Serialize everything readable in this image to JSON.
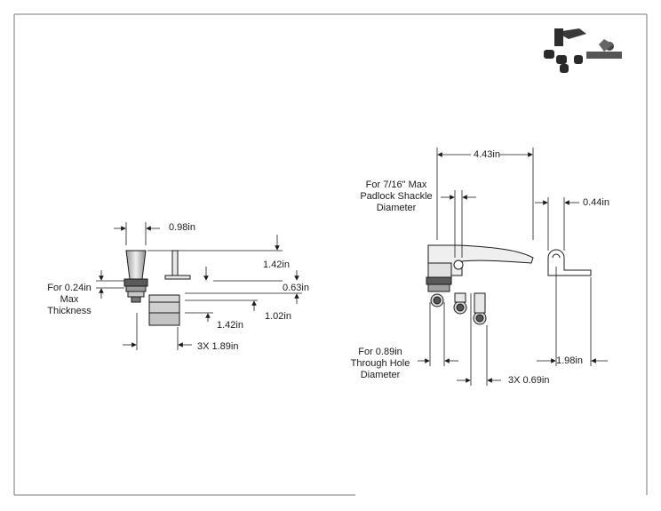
{
  "left_view": {
    "dim_width": "0.98in",
    "dim_height_total": "1.42in",
    "dim_height_mid": "0.63in",
    "dim_height_lower": "1.02in",
    "dim_cam_length": "1.42in",
    "dim_cam_options": "3X 1.89in",
    "note_thickness": [
      "For 0.24in",
      "Max",
      "Thickness"
    ]
  },
  "right_view": {
    "dim_overall_length": "4.43in",
    "dim_offset": "0.44in",
    "dim_bracket_height": "1.98in",
    "dim_cam_options": "3X 0.69in",
    "note_padlock": [
      "For 7/16\" Max",
      "Padlock Shackle",
      "Diameter"
    ],
    "note_hole": [
      "For 0.89in",
      "Through Hole",
      "Diameter"
    ]
  },
  "colors": {
    "line": "#1a1a1a",
    "part_fill": "#d6d6d6",
    "part_dark": "#4a4a4a",
    "border": "#777777"
  },
  "icons": [
    "product-thumbnail-icon"
  ]
}
